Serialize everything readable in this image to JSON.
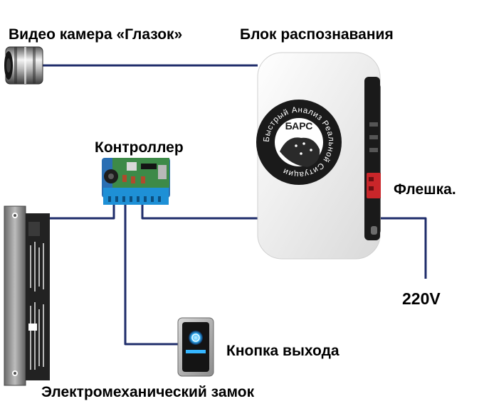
{
  "labels": {
    "camera": "Видео камера «Глазок»",
    "unit": "Блок распознавания",
    "controller": "Контроллер",
    "flash": "Флешка.",
    "power": "220V",
    "exit_button": "Кнопка выхода",
    "lock": "Электромеханический замок"
  },
  "logo": {
    "center": "БАРС",
    "ring": "Быстрый Анализ Реальной Ситуации"
  },
  "colors": {
    "wire": "#1f2d6b",
    "label": "#000000",
    "unit_body": "#f2f2f2",
    "unit_side": "#1a1a1a",
    "flash_drive": "#c9262a",
    "controller_board": "#2a6fb3",
    "terminal_block": "#1e90d6",
    "exit_glow": "#35b6ff",
    "lock_body": "#8a8a8a"
  },
  "icons": [
    "camera-icon",
    "recognition-unit-icon",
    "flash-drive-icon",
    "controller-icon",
    "exit-button-icon",
    "electromechanical-lock-icon"
  ]
}
